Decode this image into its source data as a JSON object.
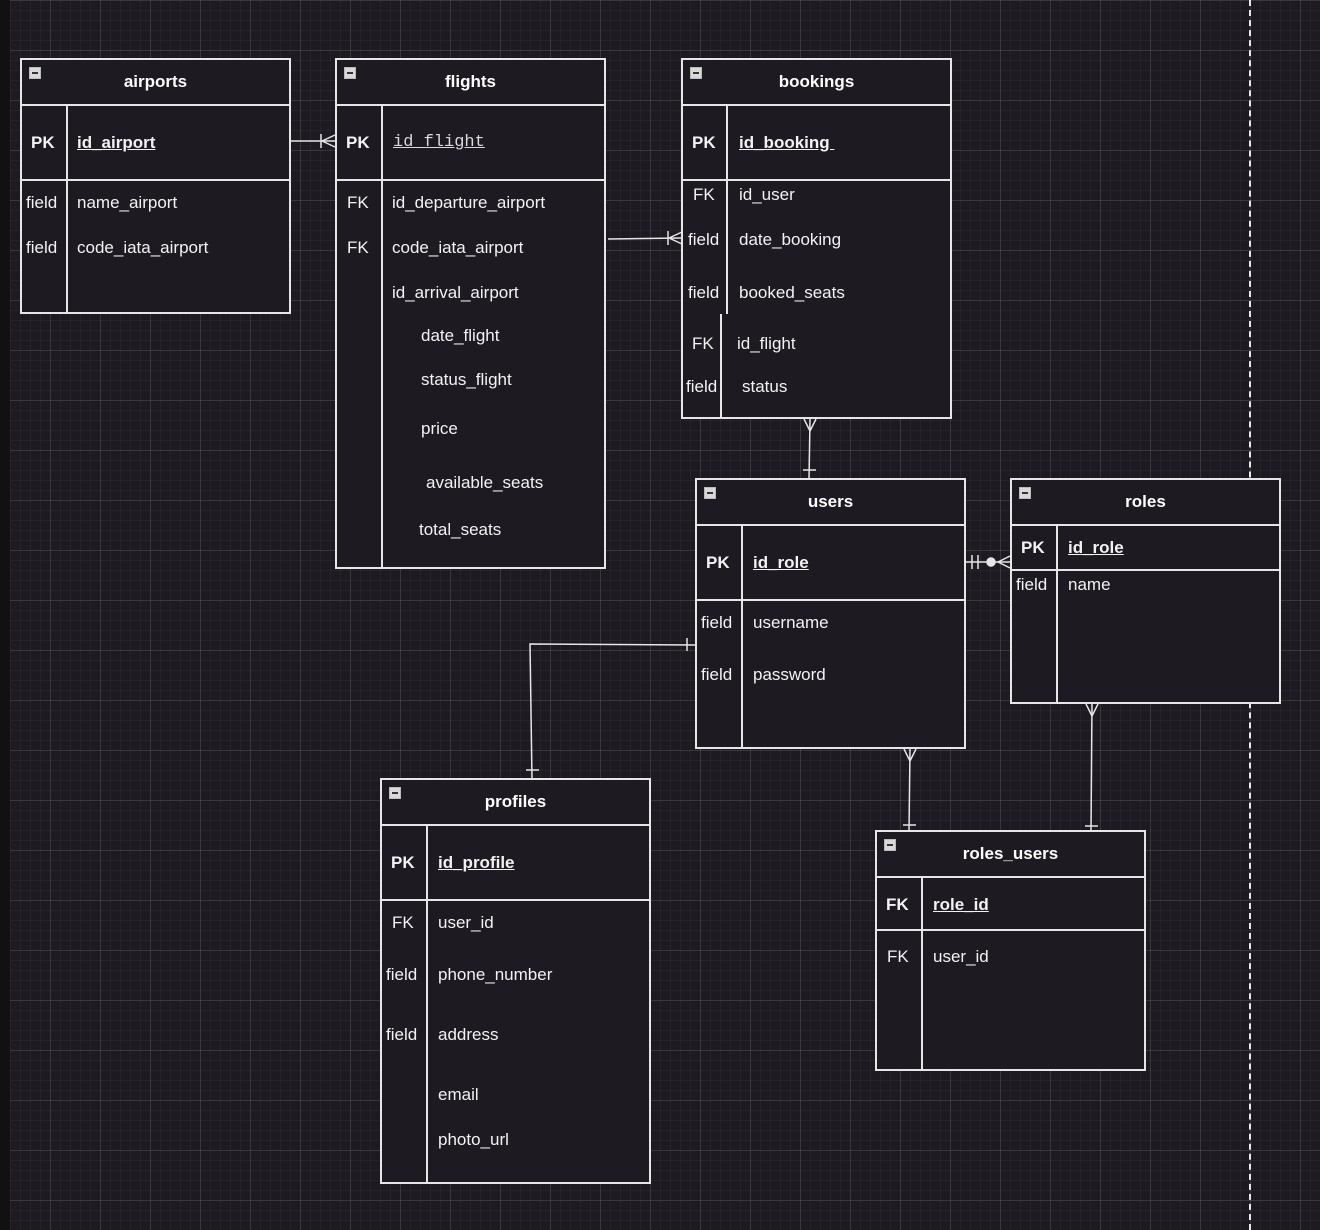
{
  "colors": {
    "background": "#1e1a21",
    "lines": "#e6e6e6",
    "text": "#ffffff"
  },
  "tables": {
    "airports": {
      "title": "airports",
      "pk": {
        "key": "PK",
        "name": "id_airport"
      },
      "fields": [
        {
          "key": "field",
          "name": "name_airport"
        },
        {
          "key": "field",
          "name": "code_iata_airport"
        }
      ]
    },
    "flights": {
      "title": "flights",
      "pk": {
        "key": "PK",
        "name": "id_flight"
      },
      "fields": [
        {
          "key": "FK",
          "name": "id_departure_airport"
        },
        {
          "key": "FK",
          "name": "code_iata_airport"
        },
        {
          "key": "",
          "name": "id_arrival_airport"
        },
        {
          "key": "",
          "name": "date_flight"
        },
        {
          "key": "",
          "name": "status_flight"
        },
        {
          "key": "",
          "name": "price"
        },
        {
          "key": "",
          "name": "available_seats"
        },
        {
          "key": "",
          "name": "total_seats"
        }
      ]
    },
    "bookings": {
      "title": "bookings",
      "pk": {
        "key": "PK",
        "name": "id_booking "
      },
      "fields": [
        {
          "key": "FK",
          "name": "id_user"
        },
        {
          "key": "field",
          "name": "date_booking"
        },
        {
          "key": "field",
          "name": "booked_seats"
        },
        {
          "key": "FK",
          "name": "id_flight"
        },
        {
          "key": "field",
          "name": "status"
        }
      ]
    },
    "users": {
      "title": "users",
      "pk": {
        "key": "PK",
        "name": "id_role"
      },
      "fields": [
        {
          "key": "field",
          "name": "username"
        },
        {
          "key": "field",
          "name": "password"
        }
      ]
    },
    "roles": {
      "title": "roles",
      "pk": {
        "key": "PK",
        "name": "id_role"
      },
      "fields": [
        {
          "key": "field",
          "name": "name"
        }
      ]
    },
    "profiles": {
      "title": "profiles",
      "pk": {
        "key": "PK",
        "name": "id_profile"
      },
      "fields": [
        {
          "key": "FK",
          "name": "user_id"
        },
        {
          "key": "field",
          "name": "phone_number"
        },
        {
          "key": "field",
          "name": "address"
        },
        {
          "key": "",
          "name": "email"
        },
        {
          "key": "",
          "name": "photo_url"
        }
      ]
    },
    "roles_users": {
      "title": "roles_users",
      "pk": {
        "key": "FK",
        "name": "role_id"
      },
      "fields": [
        {
          "key": "FK",
          "name": "user_id"
        }
      ]
    }
  }
}
